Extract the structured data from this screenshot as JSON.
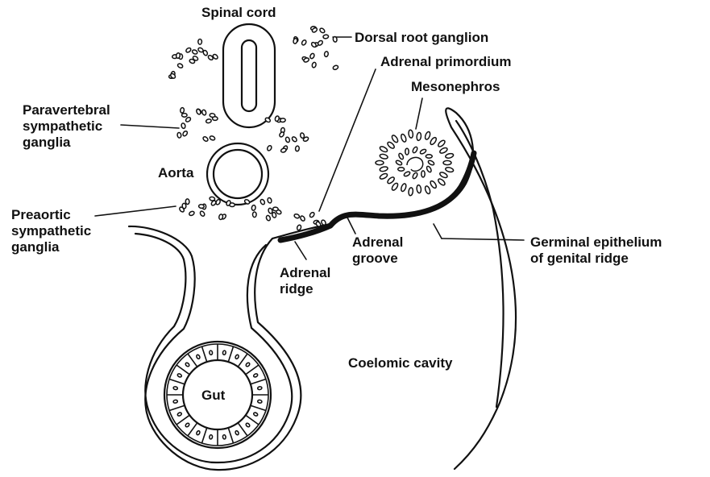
{
  "labels": {
    "spinal_cord": "Spinal cord",
    "dorsal_root_ganglion": "Dorsal root ganglion",
    "adrenal_primordium": "Adrenal primordium",
    "mesonephros": "Mesonephros",
    "paravertebral": [
      "Paravertebral",
      "sympathetic",
      "ganglia"
    ],
    "aorta": "Aorta",
    "preaortic": [
      "Preaortic",
      "sympathetic",
      "ganglia"
    ],
    "adrenal_groove": [
      "Adrenal",
      "groove"
    ],
    "germinal_epithelium": [
      "Germinal epithelium",
      "of genital ridge"
    ],
    "adrenal_ridge": [
      "Adrenal",
      "ridge"
    ],
    "coelomic_cavity": "Coelomic  cavity",
    "gut": "Gut"
  },
  "colors": {
    "ink": "#111111",
    "background": "#ffffff"
  }
}
